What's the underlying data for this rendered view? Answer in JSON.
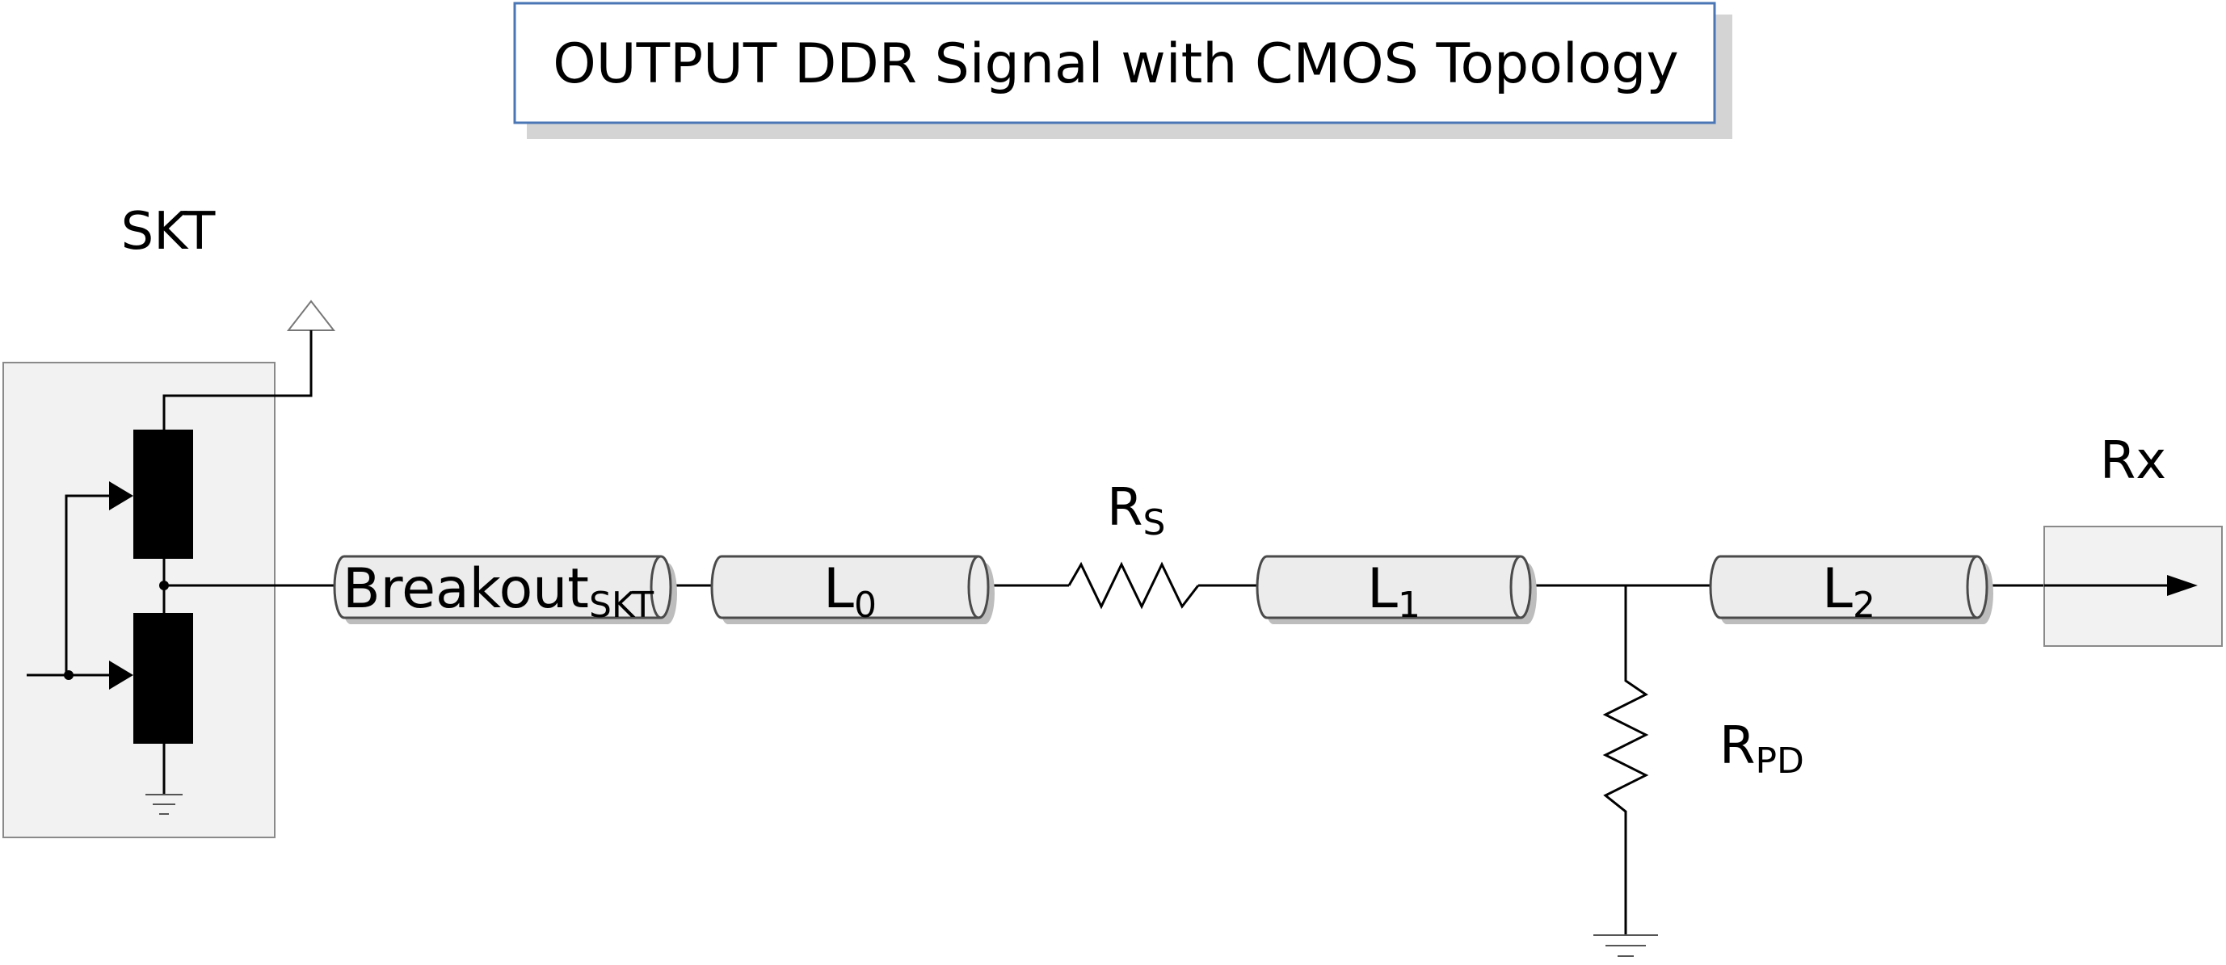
{
  "title": "OUTPUT DDR Signal with CMOS Topology",
  "labels": {
    "skt": "SKT",
    "rx": "Rx",
    "rs_main": "R",
    "rs_sub": "S",
    "rpd_main": "R",
    "rpd_sub": "PD"
  },
  "transmission_lines": {
    "breakout": {
      "main": "Breakout",
      "sub": "SKT"
    },
    "l0": {
      "main": "L",
      "sub": "0"
    },
    "l1": {
      "main": "L",
      "sub": "1"
    },
    "l2": {
      "main": "L",
      "sub": "2"
    }
  },
  "colors": {
    "title_border": "#4a76b5",
    "title_shadow": "#d4d4d4",
    "box_fill": "#f2f2f2",
    "box_stroke": "#8a8a8a",
    "tline_fill": "#ececec",
    "tline_stroke": "#4a4a4a",
    "wire": "#000000"
  }
}
